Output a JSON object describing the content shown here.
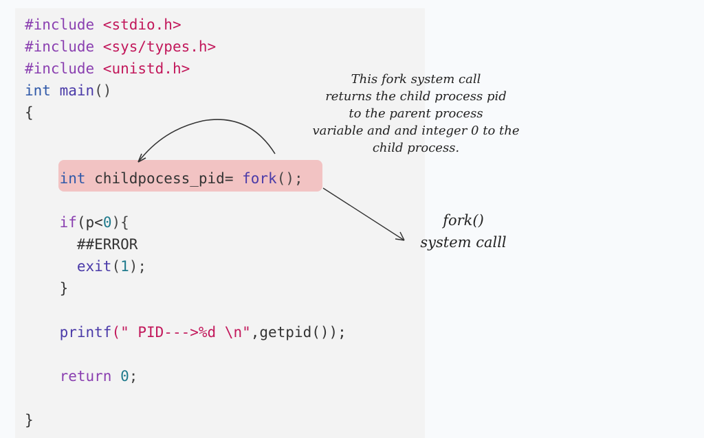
{
  "code": {
    "lines": [
      [
        {
          "text": "#include ",
          "kind": "kw"
        },
        {
          "text": "<stdio.h>",
          "kind": "str"
        }
      ],
      [
        {
          "text": "#include ",
          "kind": "kw"
        },
        {
          "text": "<sys/types.h>",
          "kind": "str"
        }
      ],
      [
        {
          "text": "#include ",
          "kind": "kw"
        },
        {
          "text": "<unistd.h>",
          "kind": "str"
        }
      ],
      [
        {
          "text": "int ",
          "kind": "type"
        },
        {
          "text": "main",
          "kind": "fn"
        },
        {
          "text": "()",
          "kind": "punct"
        }
      ],
      [
        {
          "text": "{",
          "kind": "plain"
        }
      ],
      [],
      [],
      [
        {
          "text": "    ",
          "kind": "plain"
        },
        {
          "text": "int ",
          "kind": "type"
        },
        {
          "text": "childpocess_pid",
          "kind": "plain"
        },
        {
          "text": "= ",
          "kind": "plain"
        },
        {
          "text": "fork",
          "kind": "fn"
        },
        {
          "text": "();",
          "kind": "punct"
        }
      ],
      [],
      [
        {
          "text": "    ",
          "kind": "plain"
        },
        {
          "text": "if",
          "kind": "kw"
        },
        {
          "text": "(p<",
          "kind": "plain"
        },
        {
          "text": "0",
          "kind": "num"
        },
        {
          "text": "){",
          "kind": "punct"
        }
      ],
      [
        {
          "text": "      ##ERROR",
          "kind": "plain"
        }
      ],
      [
        {
          "text": "      ",
          "kind": "plain"
        },
        {
          "text": "exit",
          "kind": "fn"
        },
        {
          "text": "(",
          "kind": "punct"
        },
        {
          "text": "1",
          "kind": "num"
        },
        {
          "text": ");",
          "kind": "punct"
        }
      ],
      [
        {
          "text": "    }",
          "kind": "plain"
        }
      ],
      [],
      [
        {
          "text": "    ",
          "kind": "plain"
        },
        {
          "text": "printf",
          "kind": "fn"
        },
        {
          "text": "(\" PID--->%d \\n\"",
          "kind": "str"
        },
        {
          "text": ",getpid());",
          "kind": "plain"
        }
      ],
      [],
      [
        {
          "text": "    ",
          "kind": "plain"
        },
        {
          "text": "return ",
          "kind": "kw"
        },
        {
          "text": "0",
          "kind": "num"
        },
        {
          "text": ";",
          "kind": "punct"
        }
      ],
      [],
      [
        {
          "text": "}",
          "kind": "plain"
        }
      ]
    ]
  },
  "annotations": {
    "top_note": "This fork system call\nreturns the child process pid\nto the parent process\nvariable and and integer 0 to the\nchild process.",
    "side_note": "fork()\nsystem calll"
  }
}
